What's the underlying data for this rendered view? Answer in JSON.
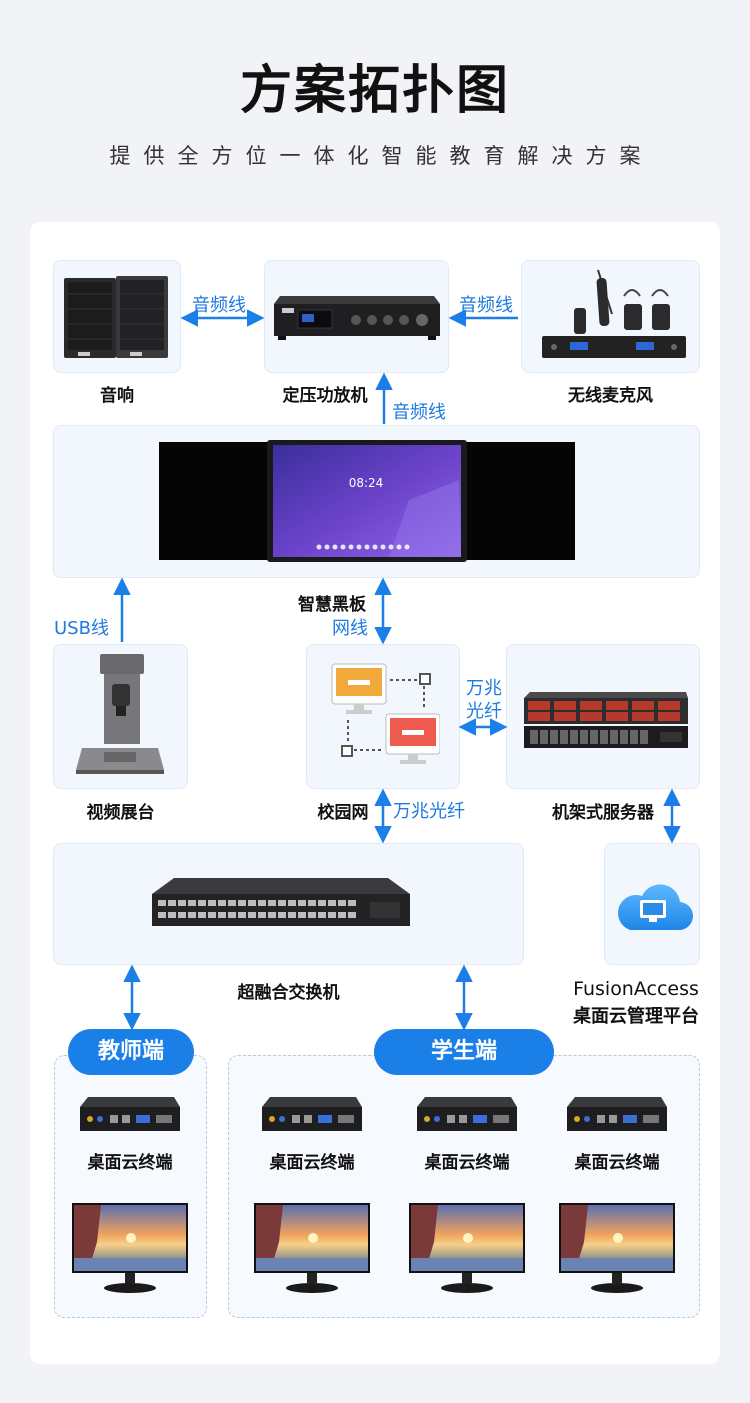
{
  "header": {
    "title": "方案拓扑图",
    "subtitle": "提供全方位一体化智能教育解决方案"
  },
  "devices": {
    "speaker": "音响",
    "amplifier": "定压功放机",
    "microphone": "无线麦克风",
    "blackboard": "智慧黑板",
    "visualizer": "视频展台",
    "campus_network": "校园网",
    "rack_server": "机架式服务器",
    "switch": "超融合交换机",
    "cloud_platform_line1": "FusionAccess",
    "cloud_platform_line2": "桌面云管理平台"
  },
  "links": {
    "audio_line_1": "音频线",
    "audio_line_2": "音频线",
    "audio_line_3": "音频线",
    "usb_line": "USB线",
    "network_line": "网线",
    "fiber_1_line1": "万兆",
    "fiber_1_line2": "光纤",
    "fiber_2": "万兆光纤"
  },
  "screen": {
    "time": "08:24"
  },
  "groups": {
    "teacher": "教师端",
    "student": "学生端",
    "terminal_label": "桌面云终端"
  },
  "colors": {
    "accent": "#1b7fe8",
    "box_bg": "#f2f7fd"
  }
}
